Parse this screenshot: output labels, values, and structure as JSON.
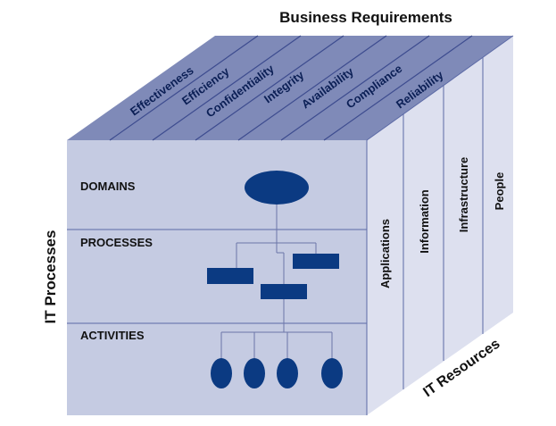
{
  "title": "Business Requirements",
  "side_label": "IT Processes",
  "bottom_label": "IT Resources",
  "business_requirements": [
    "Effectiveness",
    "Efficiency",
    "Confidentiality",
    "Integrity",
    "Availability",
    "Compliance",
    "Reliability"
  ],
  "process_levels": [
    "DOMAINS",
    "PROCESSES",
    "ACTIVITIES"
  ],
  "it_resources": [
    "Applications",
    "Information",
    "Infrastructure",
    "People"
  ],
  "colors": {
    "top_face": "#7f8ab8",
    "front_face": "#c5cbe2",
    "right_face": "#dde0ef",
    "divider": "#5c6aa6",
    "node": "#0b3a82",
    "text": "#111111"
  }
}
